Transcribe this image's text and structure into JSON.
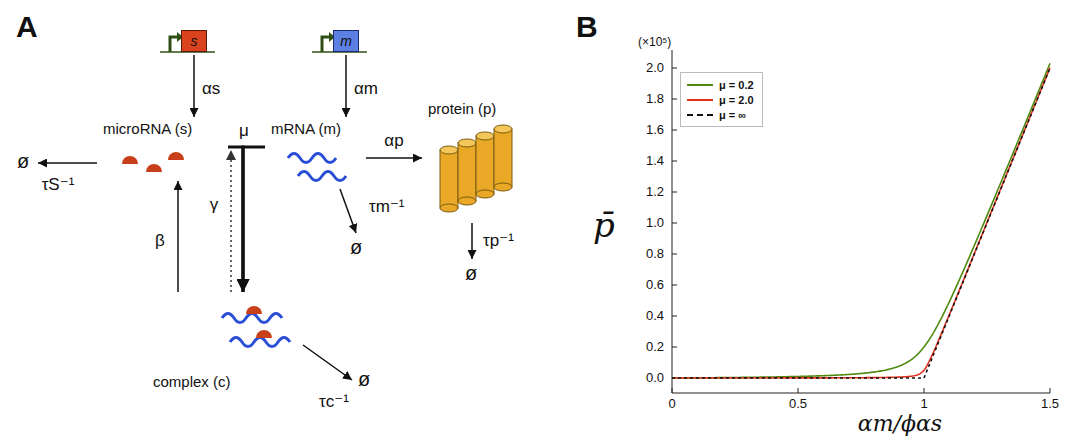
{
  "diagram": {
    "nodes": [
      {
        "text": [
          "s"
        ]
      },
      {
        "text": [
          "m"
        ]
      },
      {
        "text": [
          "microRNA (s)"
        ]
      },
      {
        "text": [
          "mRNA (m)"
        ]
      },
      {
        "text": [
          "protein (p)"
        ]
      },
      {
        "text": [
          "complex (c)"
        ]
      },
      {
        "text": [
          "ø"
        ]
      },
      {
        "text": [
          "ø"
        ]
      },
      {
        "text": [
          "ø"
        ]
      },
      {
        "text": [
          "ø"
        ]
      }
    ],
    "edges": [
      {
        "from": 0,
        "to": 2,
        "arrow": "to",
        "label": "αs"
      },
      {
        "from": 1,
        "to": 3,
        "arrow": "to",
        "label": "αm"
      },
      {
        "from": 3,
        "to": 4,
        "arrow": "to",
        "label": "αp"
      },
      {
        "from": 2,
        "to": 6,
        "arrow": "to",
        "label": "τS⁻¹"
      },
      {
        "from": 3,
        "to": 7,
        "arrow": "to",
        "label": "τm⁻¹"
      },
      {
        "from": 4,
        "to": 8,
        "arrow": "to",
        "label": "τp⁻¹"
      },
      {
        "from": 5,
        "to": 9,
        "arrow": "to",
        "label": "τc⁻¹"
      },
      {
        "from": 5,
        "to": 2,
        "arrow": "to",
        "label": "β"
      },
      {
        "from": 2,
        "to": 5,
        "arrow": "to"
      },
      {
        "from": 3,
        "to": 5,
        "arrow": "to"
      }
    ],
    "labels": [
      "A",
      "μ",
      "γ",
      "B",
      "(×10⁵)",
      "0.0",
      "0.2",
      "0.4",
      "0.6",
      "0.8",
      "1.0",
      "1.2",
      "1.4",
      "1.6",
      "1.8",
      "2.0",
      "0",
      "0.5",
      "1",
      "1.5",
      "p̄",
      "αm/ϕαs"
    ],
    "legend": [
      {
        "text": "μ = 0.2",
        "color": "#4f8a10"
      },
      {
        "text": "μ = 2.0",
        "color": "#e0321e"
      },
      {
        "text": "μ = ∞"
      }
    ]
  }
}
